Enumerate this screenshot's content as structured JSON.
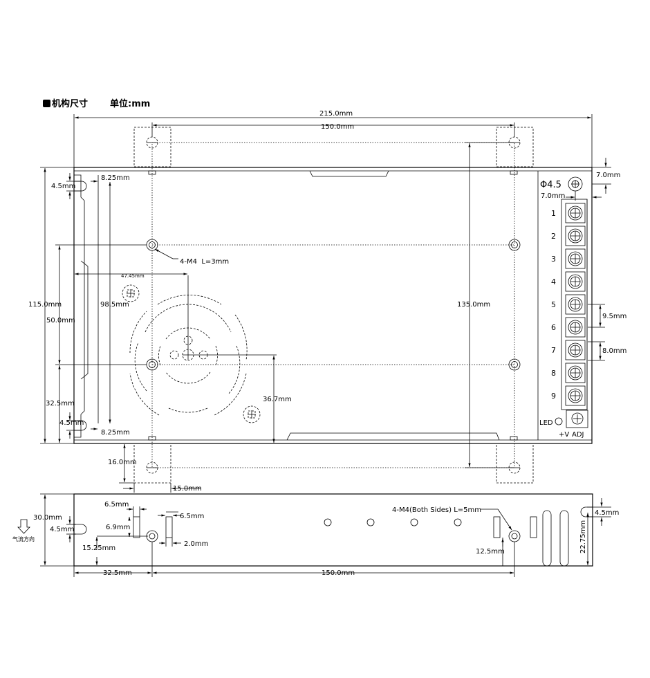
{
  "header": {
    "title": "机构尺寸",
    "unit_label": "单位:",
    "unit_value": "mm"
  },
  "top_view": {
    "dim_215": "215.0mm",
    "dim_150_top": "150.0mm",
    "dim_7_top": "7.0mm",
    "dim_7_side": "7.0mm",
    "dim_phi": "Φ4.5",
    "dim_45_top": "4.5mm",
    "dim_825_top": "8.25mm",
    "dim_115": "115.0mm",
    "dim_985": "98.5mm",
    "dim_50": "50.0mm",
    "dim_325_left": "32.5mm",
    "dim_45_bot": "4.5mm",
    "dim_825_bot": "8.25mm",
    "dim_4745": "47.45mm",
    "dim_367": "36.7mm",
    "dim_135": "135.0mm",
    "dim_16": "16.0mm",
    "dim_15": "15.0mm",
    "dim_95": "9.5mm",
    "dim_80": "8.0mm",
    "screw_note": "4-M4  L=3mm",
    "terminals": [
      "1",
      "2",
      "3",
      "4",
      "5",
      "6",
      "7",
      "8",
      "9"
    ],
    "led_label": "LED",
    "v_label": "+V",
    "adj_label": "ADJ"
  },
  "side_view": {
    "dim_30": "30.0mm",
    "dim_45": "4.5mm",
    "dim_1525": "15.25mm",
    "dim_65a": "6.5mm",
    "dim_69": "6.9mm",
    "dim_65b": "6.5mm",
    "dim_20": "2.0mm",
    "dim_325": "32.5mm",
    "dim_150": "150.0mm",
    "dim_125": "12.5mm",
    "dim_45_right": "4.5mm",
    "dim_2275": "22.75mm",
    "screw_note": "4-M4(Both Sides) L=5mm",
    "airflow": "气流方向"
  }
}
